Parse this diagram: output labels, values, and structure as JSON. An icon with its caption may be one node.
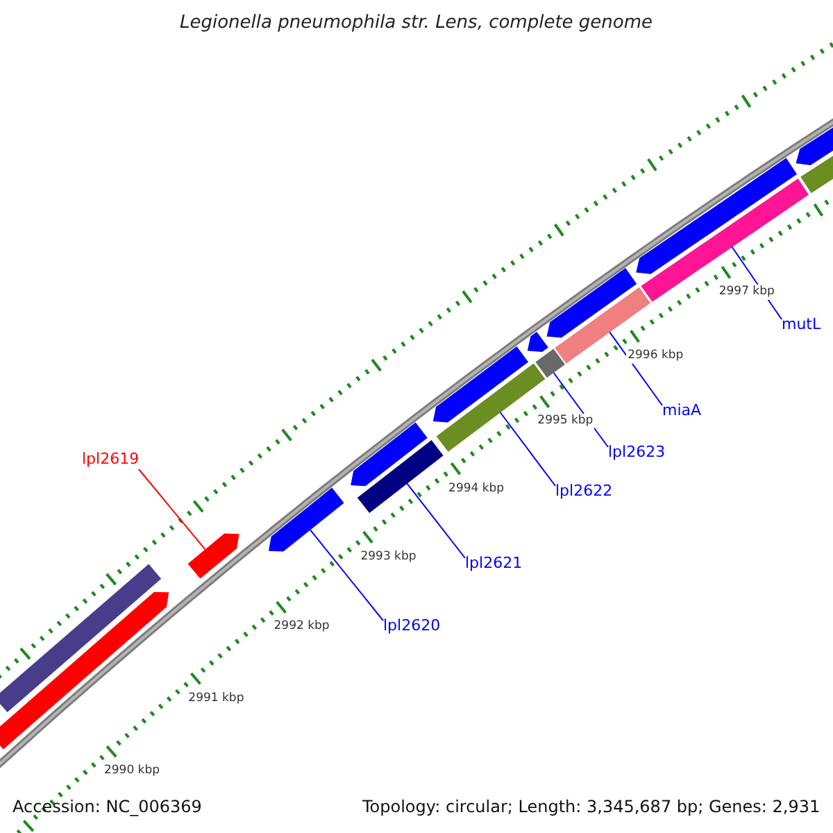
{
  "diagram": {
    "title": "Legionella pneumophila str. Lens, complete genome",
    "nodes": [
      {
        "text": [
          "mutL"
        ]
      },
      {
        "text": [
          "miaA"
        ]
      },
      {
        "text": [
          "lpl2623"
        ]
      },
      {
        "text": [
          "lpl2619"
        ]
      },
      {
        "text": [
          "lpl2622"
        ]
      },
      {
        "text": [
          "lpl2621"
        ]
      },
      {
        "text": [
          "lpl2620"
        ]
      },
      {
        "text": [],
        "shape": "bar"
      },
      {
        "text": [],
        "shape": "bar"
      },
      {
        "text": [],
        "shape": "bar"
      },
      {
        "text": [],
        "shape": "bar"
      },
      {
        "text": [],
        "shape": "bar"
      },
      {
        "text": [],
        "shape": "bar"
      },
      {
        "text": [],
        "shape": "bar"
      },
      {
        "text": [],
        "shape": "bar"
      },
      {
        "text": [],
        "shape": "bar"
      },
      {
        "text": [],
        "shape": "bar"
      },
      {
        "text": [],
        "shape": "bar"
      },
      {
        "text": [],
        "shape": "bar"
      },
      {
        "text": [],
        "shape": "bar"
      },
      {
        "text": [],
        "shape": "bar"
      },
      {
        "text": [],
        "shape": "bar"
      },
      {
        "text": [],
        "shape": "bar"
      }
    ],
    "edges": [
      {
        "from": 0,
        "to": 20,
        "arrow": "none"
      },
      {
        "from": 1,
        "to": 18,
        "arrow": "none"
      },
      {
        "from": 2,
        "to": 16,
        "arrow": "none"
      },
      {
        "from": 3,
        "to": 9,
        "arrow": "none",
        "color": "#ff0000"
      },
      {
        "from": 4,
        "to": 14,
        "arrow": "none"
      },
      {
        "from": 5,
        "to": 12,
        "arrow": "none"
      },
      {
        "from": 6,
        "to": 10,
        "arrow": "none"
      }
    ],
    "labels": [
      "2997 kbp",
      "2996 kbp",
      "2995 kbp",
      "2994 kbp",
      "2993 kbp",
      "2992 kbp",
      "2991 kbp",
      "2990 kbp",
      "Accession: NC_006369",
      "Topology: circular; Length: 3,345,687 bp; Genes: 2,931"
    ]
  }
}
